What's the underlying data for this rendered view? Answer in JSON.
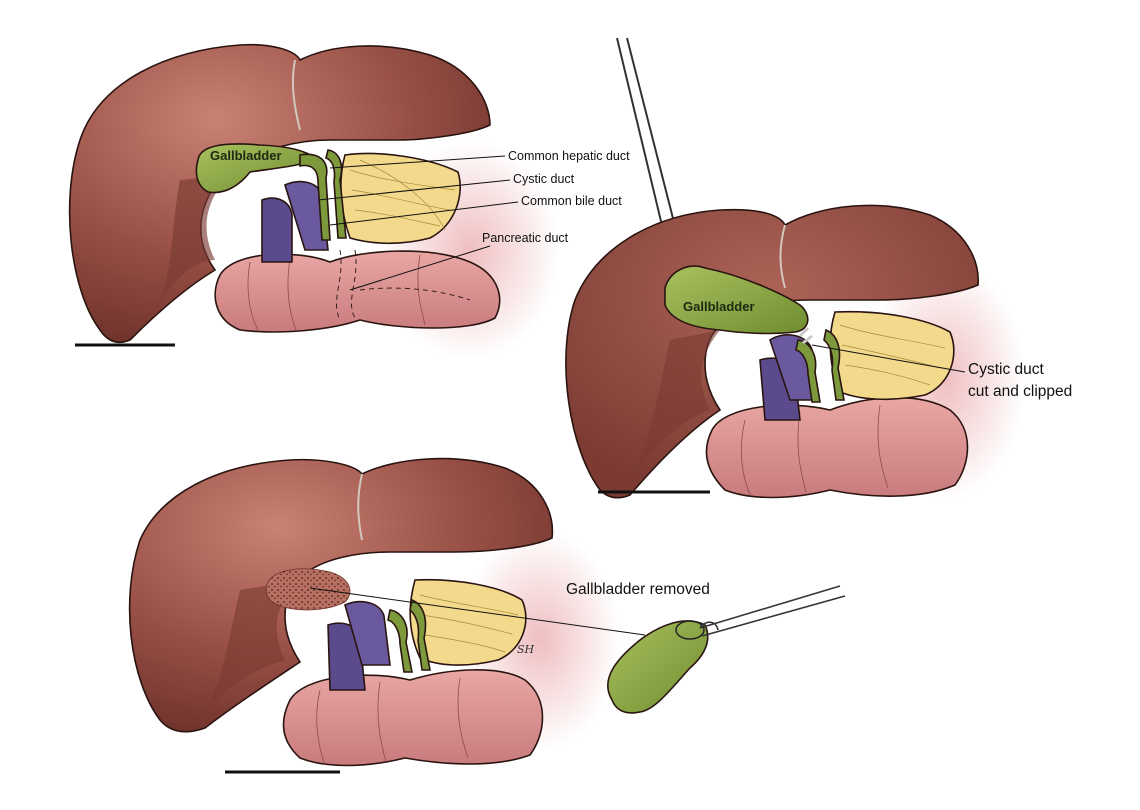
{
  "colors": {
    "liver": "#9a5147",
    "liver_light": "#b56b5f",
    "liver_shadow": "#7a3a32",
    "gallbladder": "#8fa84a",
    "duct": "#7c9a3c",
    "vein": "#5b4a8c",
    "pancreas": "#f2d98b",
    "intestine": "#d79090",
    "outline": "#2a1410"
  },
  "panel1": {
    "gallbladder_label": "Gallbladder",
    "labels": {
      "common_hepatic_duct": "Common hepatic duct",
      "cystic_duct": "Cystic duct",
      "common_bile_duct": "Common bile duct",
      "pancreatic_duct": "Pancreatic duct"
    }
  },
  "panel2": {
    "gallbladder_label": "Gallbladder",
    "cut_label_line1": "Cystic duct",
    "cut_label_line2": "cut and clipped"
  },
  "panel3": {
    "removed_label": "Gallbladder removed"
  },
  "signature": "SH"
}
